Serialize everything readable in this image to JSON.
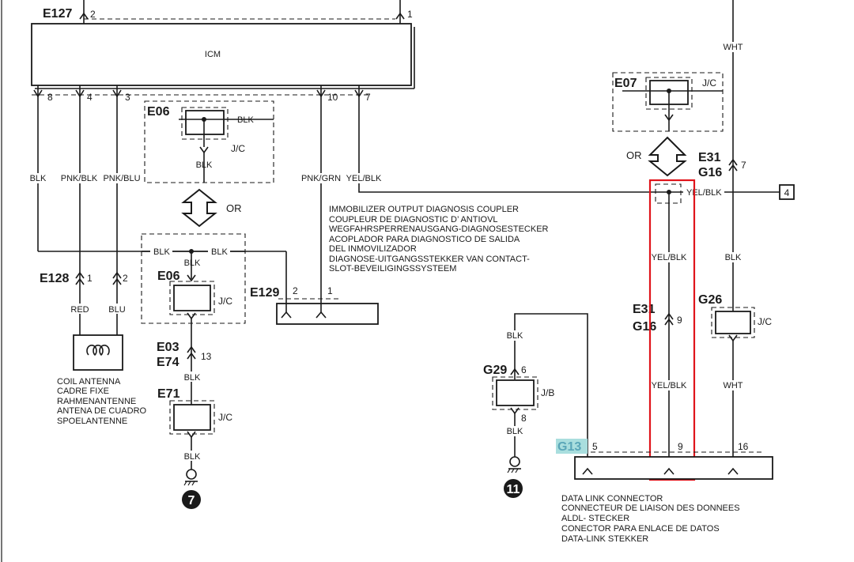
{
  "connectors": {
    "E127": "E127",
    "E128": "E128",
    "E129": "E129",
    "E06a": "E06",
    "E06b": "E06",
    "E07": "E07",
    "E03": "E03",
    "E74": "E74",
    "E71": "E71",
    "E31a": "E31",
    "G16a": "G16",
    "E31b": "E31",
    "G16b": "G16",
    "G26": "G26",
    "G29": "G29",
    "G13": "G13"
  },
  "icm": {
    "label": "ICM"
  },
  "pins": {
    "e127_2": "2",
    "e127_1": "1",
    "e127_8": "8",
    "e127_4": "4",
    "e127_3": "3",
    "e127_10": "10",
    "e127_7": "7",
    "e128_1": "1",
    "e128_2": "2",
    "e129_2": "2",
    "e129_1": "1",
    "e03_13": "13",
    "e31_7": "7",
    "e31_9": "9",
    "g29_6": "6",
    "g29_8": "8",
    "g13_5": "5",
    "g13_9": "9",
    "g13_16": "16",
    "ref4": "4"
  },
  "wires": {
    "blk_8": "BLK",
    "pnk_blk": "PNK/BLK",
    "pnk_blu": "PNK/BLU",
    "pnk_grn": "PNK/GRN",
    "yel_blk_7": "YEL/BLK",
    "e06_blk_left": "BLK",
    "e06_blk_down": "BLK",
    "e06b_blk1": "BLK",
    "e06b_blk2": "BLK",
    "e06b_blk3": "BLK",
    "red": "RED",
    "blu": "BLU",
    "blk_e03": "BLK",
    "blk_e71": "BLK",
    "wht_top": "WHT",
    "yel_blk_junction": "YEL/BLK",
    "yel_blk_mid": "YEL/BLK",
    "yel_blk_low": "YEL/BLK",
    "blk_g26": "BLK",
    "wht_low": "WHT",
    "blk_g29_top": "BLK",
    "blk_g29_low": "BLK"
  },
  "jc_labels": {
    "e06a": "J/C",
    "e06b": "J/C",
    "e71": "J/C",
    "e07": "J/C",
    "g26": "J/C",
    "g29": "J/B"
  },
  "or_labels": {
    "left": "OR",
    "right": "OR"
  },
  "grounds": {
    "left": "7",
    "right": "11"
  },
  "immobilizer_coupler": [
    "IMMOBILIZER OUTPUT DIAGNOSIS COUPLER",
    "COUPLEUR DE DIAGNOSTIC D’ ANTIOVL",
    "WEGFAHRSPERRENAUSGANG-DIAGNOSESTECKER",
    "ACOPLADOR PARA DIAGNOSTICO DE SALIDA",
    "DEL INMOVILIZADOR",
    "DIAGNOSE-UITGANGSSTEKKER VAN CONTACT-",
    "SLOT-BEVEILIGINGSSYSTEEM"
  ],
  "coil_antenna": [
    "COIL ANTENNA",
    "CADRE FIXE",
    "RAHMENANTENNE",
    "ANTENA DE CUADRO",
    "SPOELANTENNE"
  ],
  "data_link": [
    "DATA LINK CONNECTOR",
    "CONNECTEUR DE LIAISON DES DONNEES",
    "ALDL- STECKER",
    "CONECTOR PARA ENLACE DE DATOS",
    "DATA-LINK STEKKER"
  ],
  "colors": {
    "highlight_box": "#e0141b",
    "g13_highlight": "#a9dede",
    "ink": "#1a1a1a"
  }
}
